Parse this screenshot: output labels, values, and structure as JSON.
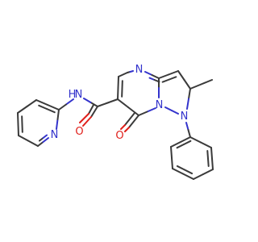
{
  "colors": {
    "carbon": "#3a3a3a",
    "nitrogen": "#3333cc",
    "oxygen": "#e0201b",
    "background": "#ffffff"
  },
  "atoms": [
    {
      "id": "N4",
      "symbol": "N"
    },
    {
      "id": "N7a",
      "symbol": "N"
    },
    {
      "id": "N1",
      "symbol": "N"
    },
    {
      "id": "O1",
      "symbol": "O"
    },
    {
      "id": "O2",
      "symbol": "O"
    },
    {
      "id": "NH",
      "symbol": "N",
      "h": "H"
    },
    {
      "id": "Npy",
      "symbol": "N"
    }
  ]
}
